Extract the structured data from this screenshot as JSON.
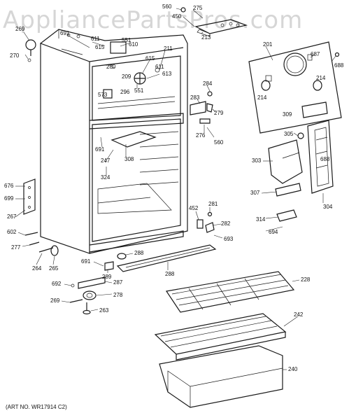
{
  "watermark": "AppliancePartsPros.com",
  "art_number": "(ART NO. WR17914 C2)",
  "callouts": [
    {
      "id": "c560a",
      "text": "560"
    },
    {
      "id": "c275",
      "text": "275"
    },
    {
      "id": "c450",
      "text": "450"
    },
    {
      "id": "c213",
      "text": "213"
    },
    {
      "id": "c269",
      "text": "269"
    },
    {
      "id": "c691a",
      "text": "691"
    },
    {
      "id": "c611",
      "text": "611"
    },
    {
      "id": "c615a",
      "text": "615"
    },
    {
      "id": "c551a",
      "text": "551"
    },
    {
      "id": "c610",
      "text": "610"
    },
    {
      "id": "c270",
      "text": "270"
    },
    {
      "id": "c211",
      "text": "211"
    },
    {
      "id": "c280",
      "text": "280"
    },
    {
      "id": "c209",
      "text": "209"
    },
    {
      "id": "c615b",
      "text": "615"
    },
    {
      "id": "c611b",
      "text": "611"
    },
    {
      "id": "c613",
      "text": "613"
    },
    {
      "id": "c573",
      "text": "573"
    },
    {
      "id": "c296",
      "text": "296"
    },
    {
      "id": "c551b",
      "text": "551"
    },
    {
      "id": "c201",
      "text": "201"
    },
    {
      "id": "c687",
      "text": "687"
    },
    {
      "id": "c688a",
      "text": "688"
    },
    {
      "id": "c214a",
      "text": "214"
    },
    {
      "id": "c214b",
      "text": "214"
    },
    {
      "id": "c309",
      "text": "309"
    },
    {
      "id": "c284",
      "text": "284"
    },
    {
      "id": "c283",
      "text": "283"
    },
    {
      "id": "c279",
      "text": "279"
    },
    {
      "id": "c276",
      "text": "276"
    },
    {
      "id": "c560b",
      "text": "560"
    },
    {
      "id": "c305",
      "text": "305"
    },
    {
      "id": "c691b",
      "text": "691"
    },
    {
      "id": "c247",
      "text": "247"
    },
    {
      "id": "c308",
      "text": "308"
    },
    {
      "id": "c324",
      "text": "324"
    },
    {
      "id": "c303",
      "text": "303"
    },
    {
      "id": "c688b",
      "text": "688"
    },
    {
      "id": "c307",
      "text": "307"
    },
    {
      "id": "c304",
      "text": "304"
    },
    {
      "id": "c676",
      "text": "676"
    },
    {
      "id": "c699",
      "text": "699"
    },
    {
      "id": "c267",
      "text": "267"
    },
    {
      "id": "c452",
      "text": "452"
    },
    {
      "id": "c281",
      "text": "281"
    },
    {
      "id": "c282",
      "text": "282"
    },
    {
      "id": "c314",
      "text": "314"
    },
    {
      "id": "c694",
      "text": "694"
    },
    {
      "id": "c693",
      "text": "693"
    },
    {
      "id": "c602",
      "text": "602"
    },
    {
      "id": "c277",
      "text": "277"
    },
    {
      "id": "c288a",
      "text": "288"
    },
    {
      "id": "c264",
      "text": "264"
    },
    {
      "id": "c265",
      "text": "265"
    },
    {
      "id": "c691c",
      "text": "691"
    },
    {
      "id": "c289",
      "text": "289"
    },
    {
      "id": "c288b",
      "text": "288"
    },
    {
      "id": "c228",
      "text": "228"
    },
    {
      "id": "c692",
      "text": "692"
    },
    {
      "id": "c287",
      "text": "287"
    },
    {
      "id": "c278",
      "text": "278"
    },
    {
      "id": "c269b",
      "text": "269"
    },
    {
      "id": "c263",
      "text": "263"
    },
    {
      "id": "c242",
      "text": "242"
    },
    {
      "id": "c240",
      "text": "240"
    }
  ]
}
